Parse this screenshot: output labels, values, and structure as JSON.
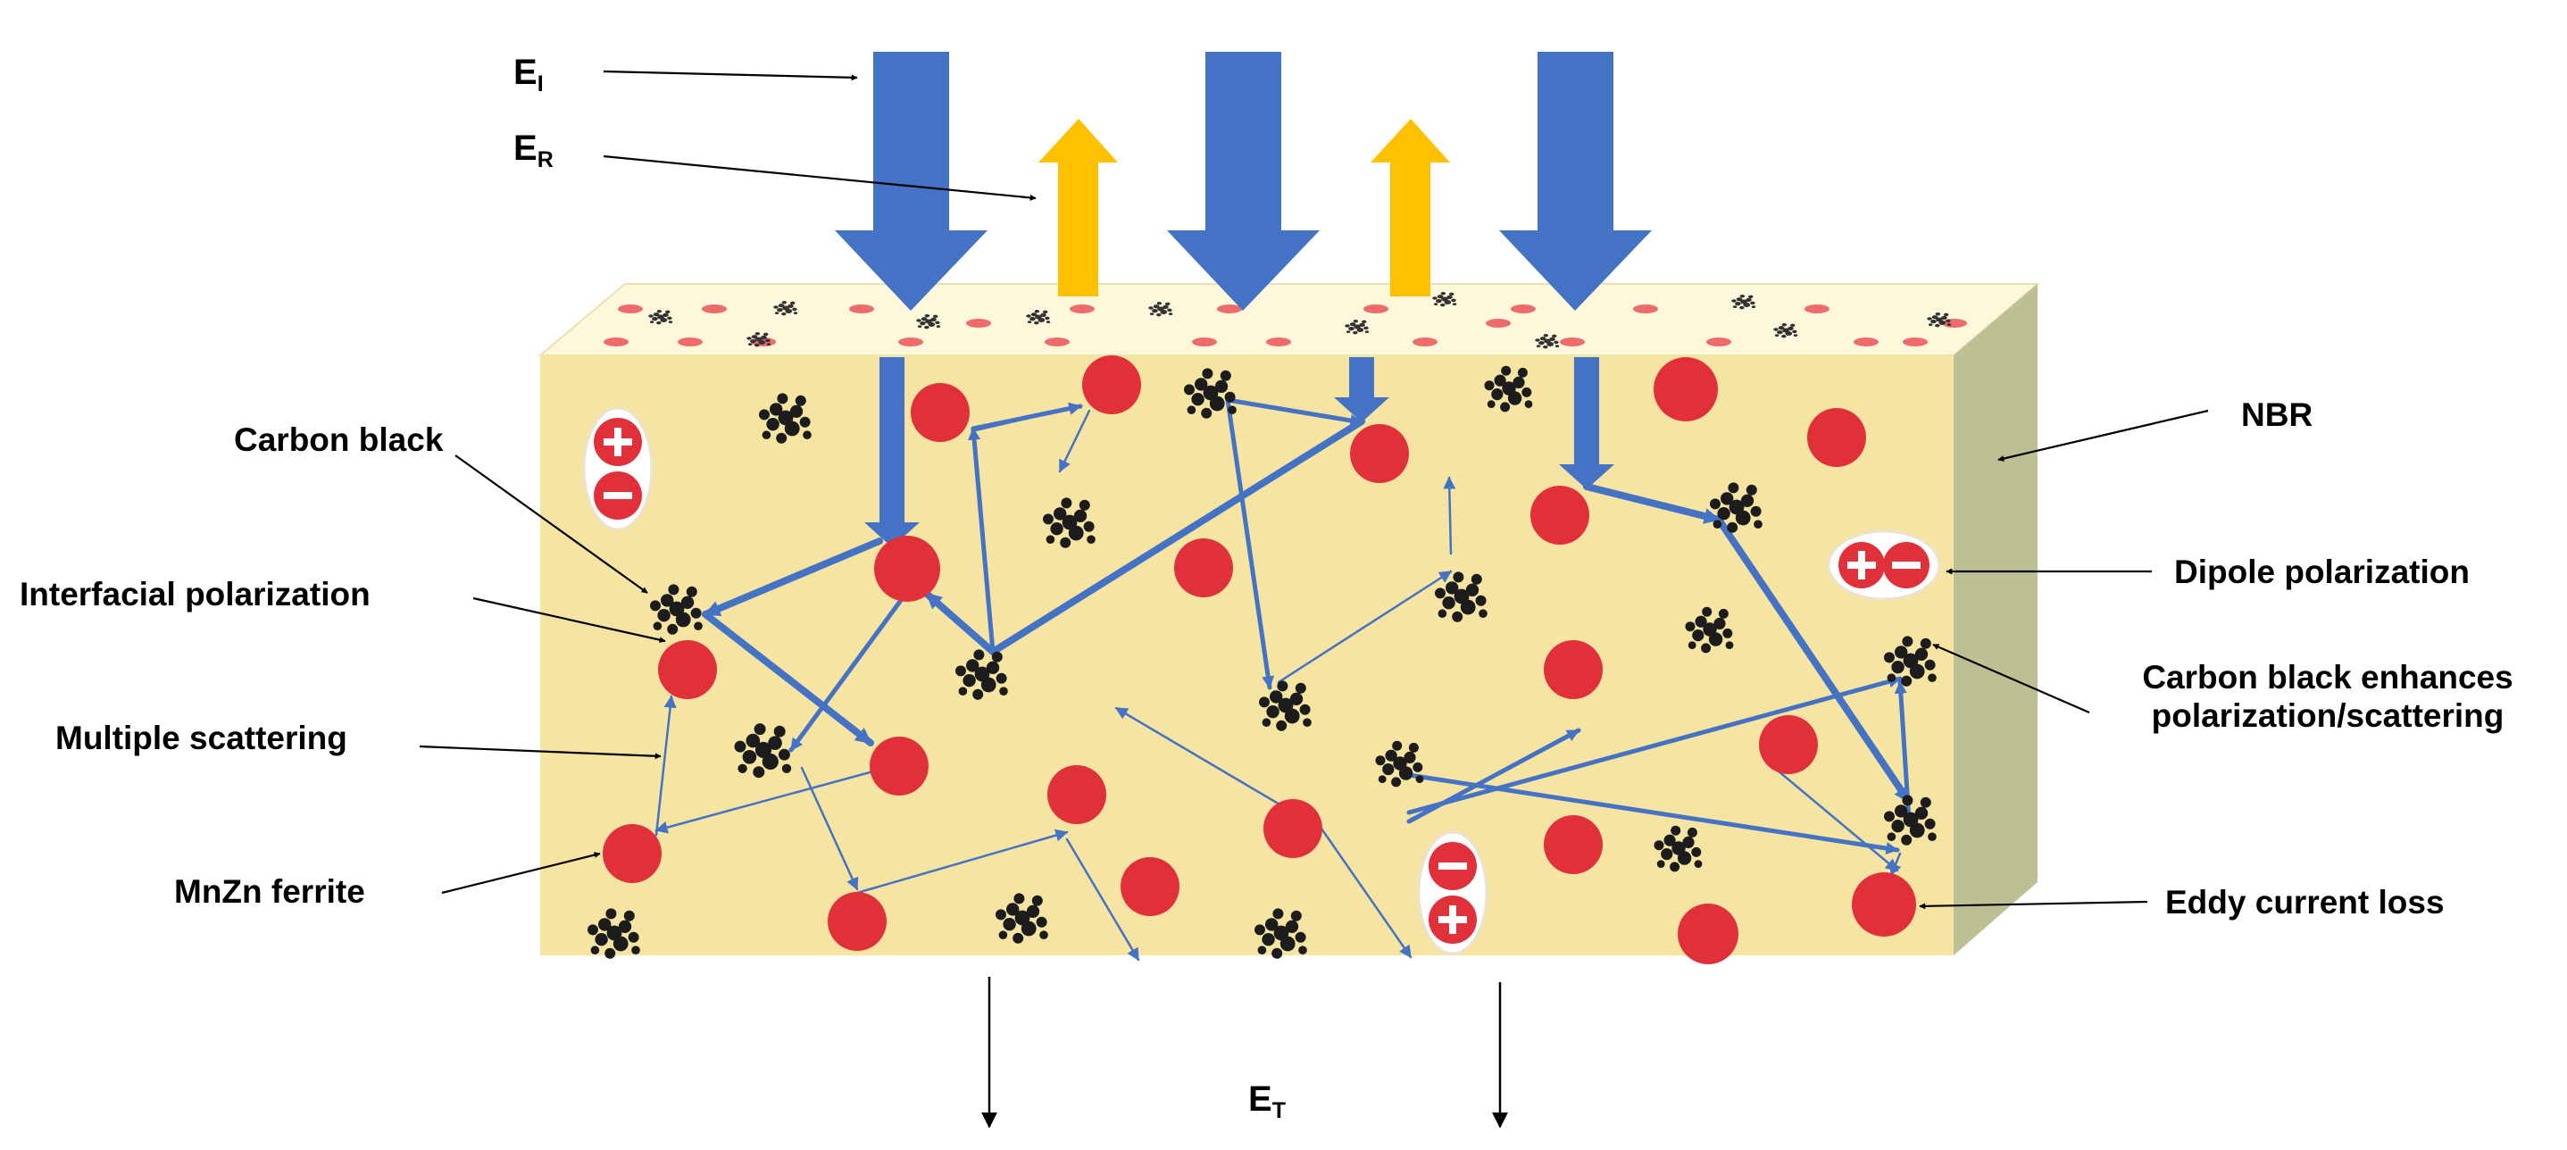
{
  "labels": {
    "incident_E": "E",
    "incident_sub": "I",
    "reflected_E": "E",
    "reflected_sub": "R",
    "transmitted_E": "E",
    "transmitted_sub": "T",
    "carbon_black": "Carbon black",
    "interfacial_polarization": "Interfacial polarization",
    "multiple_scattering": "Multiple scattering",
    "mnzn_ferrite": "MnZn ferrite",
    "nbr": "NBR",
    "dipole_polarization": "Dipole polarization",
    "cb_enhances_line1": "Carbon black enhances",
    "cb_enhances_line2": "polarization/scattering",
    "eddy_current_loss": "Eddy current loss"
  },
  "colors": {
    "matrix_front": "#f6e4a3",
    "matrix_top": "#fdf7dc",
    "matrix_side": "#bcc092",
    "ferrite": "#e0313a",
    "carbon": "#1c1c1c",
    "incident_arrow": "#4472c4",
    "reflected_arrow": "#ffc000",
    "scatter_path": "#4472c4"
  }
}
